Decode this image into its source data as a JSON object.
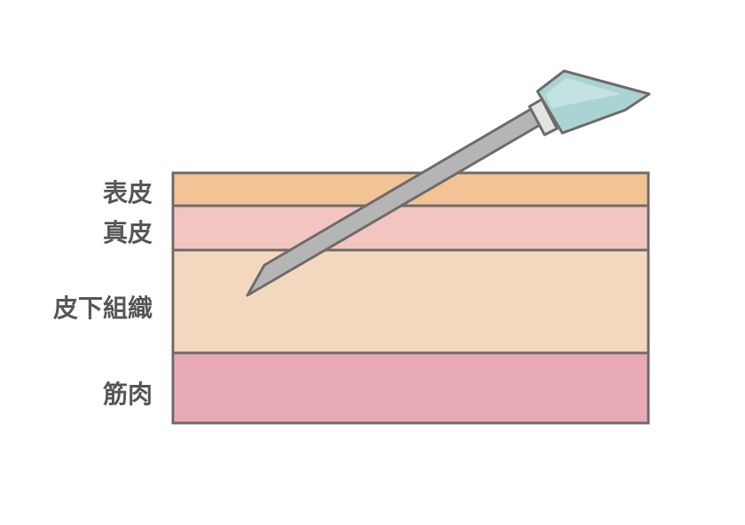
{
  "labels": {
    "epidermis": "表皮",
    "dermis": "真皮",
    "subcutaneous": "皮下組織",
    "muscle": "筋肉"
  },
  "colors": {
    "epidermis": "#f1c395",
    "dermis": "#f2c5c0",
    "subcutaneous": "#f3d8bf",
    "muscle": "#e9aab8",
    "outline": "#716c6a",
    "needle": "#b5b5b5",
    "hub": "#a9d4d3"
  }
}
